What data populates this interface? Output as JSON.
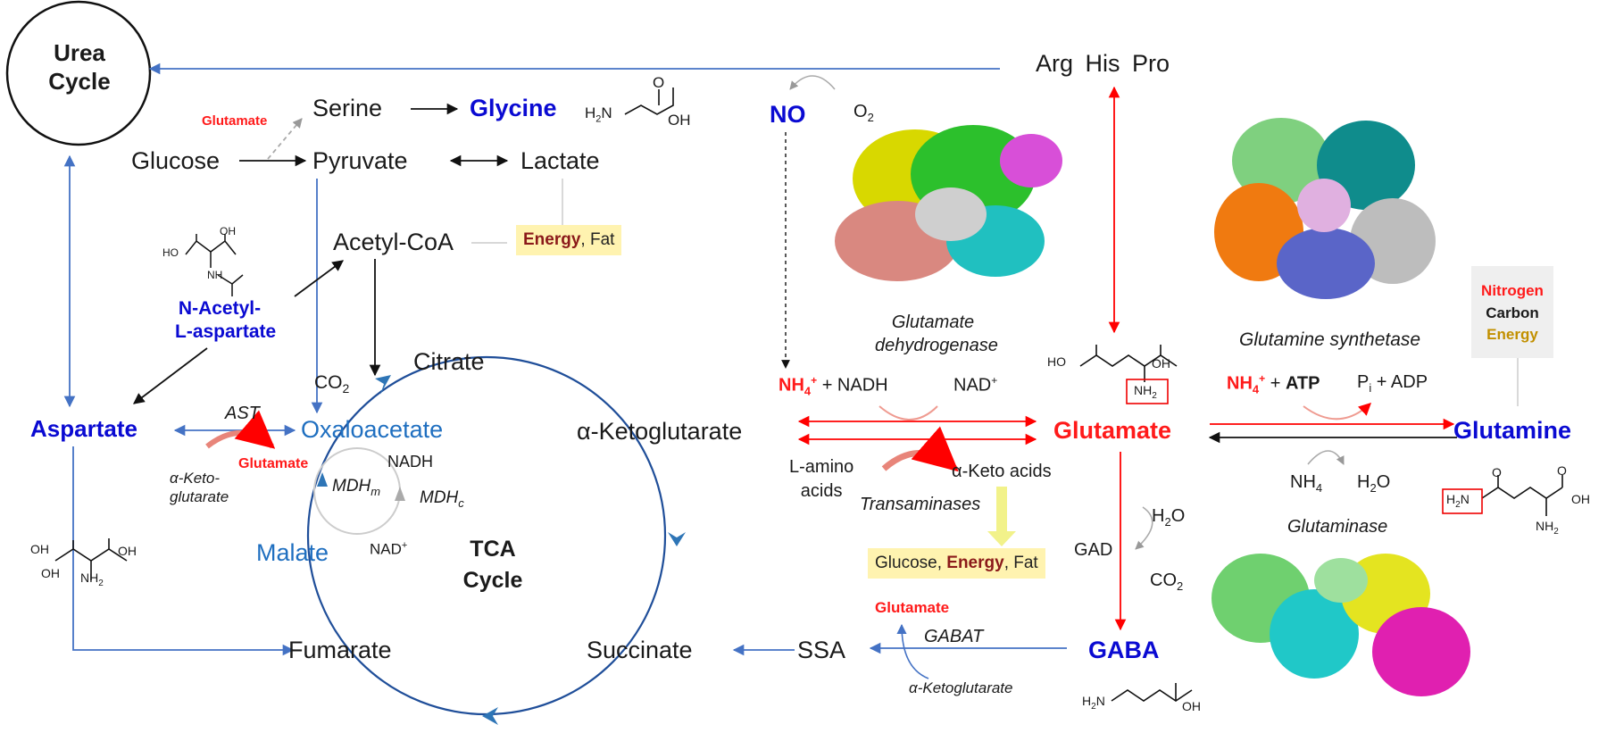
{
  "urea_cycle": {
    "line1": "Urea",
    "line2": "Cycle"
  },
  "amino_acids_top": "Arg  His  Pro",
  "no": "NO",
  "o2": "O",
  "o2_sub": "2",
  "glutamate_small": "Glutamate",
  "serine": "Serine",
  "glycine": "Glycine",
  "glucose": "Glucose",
  "pyruvate": "Pyruvate",
  "lactate": "Lactate",
  "acetyl_coa": "Acetyl-CoA",
  "energy_fat_1": {
    "energy": "Energy",
    "rest": ", Fat"
  },
  "naa": {
    "line1": "N-Acetyl-",
    "line2": "L-aspartate"
  },
  "citrate": "Citrate",
  "co2_left": "CO",
  "co2_left_sub": "2",
  "aspartate": "Aspartate",
  "ast": "AST",
  "oxaloacetate": "Oxaloacetate",
  "aketo_left": {
    "line1": "α-Keto-",
    "line2": "glutarate"
  },
  "glutamate_ast": "Glutamate",
  "nadh_tca": "NADH",
  "mdh_m": "MDH",
  "mdh_m_sub": "m",
  "mdh_c": "MDH",
  "mdh_c_sub": "c",
  "malate": "Malate",
  "nad_tca": "NAD",
  "nad_sup": "+",
  "tca": {
    "line1": "TCA",
    "line2": "Cycle"
  },
  "akg_main": "α-Ketoglutarate",
  "fumarate": "Fumarate",
  "succinate": "Succinate",
  "ssa": "SSA",
  "gabat": "GABAT",
  "glutamate_gabat": "Glutamate",
  "akg_gabat": "α-Ketoglutarate",
  "gaba": "GABA",
  "gdh_label": {
    "line1": "Glutamate",
    "line2": "dehydrogenase"
  },
  "nh4_left": "NH",
  "nh4_sub": "4",
  "nh4_sup": "+",
  "nadh_right": " + NADH",
  "nad_right": "NAD",
  "l_amino": {
    "line1": "L-amino",
    "line2": "acids"
  },
  "transaminases": "Transaminases",
  "aketo_acids": "α-Keto acids",
  "energy_fat_2": {
    "glucose": "Glucose, ",
    "energy": "Energy",
    "rest": ", Fat"
  },
  "glutamate_main": "Glutamate",
  "gad": "GAD",
  "h2o_gad": "H",
  "h2o_gad_tail": "O",
  "co2_gad": "CO",
  "glutamine_synthetase": "Glutamine synthetase",
  "nh4_atp": {
    "nh": "NH",
    "sub": "4",
    "sup": "+",
    "plus": " + ",
    "atp": "ATP"
  },
  "pi_adp": {
    "p": "P",
    "sub": "i",
    "rest": " + ADP"
  },
  "nce_box": {
    "nitrogen": "Nitrogen",
    "carbon": "Carbon",
    "energy": "Energy"
  },
  "glutamine": "Glutamine",
  "nh4_glutaminase": "NH",
  "nh4_glutaminase_sub": "4",
  "h2o_glutaminase": "H",
  "h2o_glutaminase_tail": "O",
  "glutaminase": "Glutaminase",
  "chem": {
    "glycine_h2n": "H",
    "oh": "OH",
    "ho": "HO",
    "nh": "NH",
    "nh2": "NH",
    "o": "O",
    "h2n_sq": "H",
    "sub2": "2",
    "n": "N"
  },
  "colors": {
    "blue_arrow": "#4472c4",
    "red_arrow": "#ff0000",
    "tca_circle": "#1f4e99",
    "energy_box": "#fff3b0",
    "blue_label": "#0a0ad2",
    "red_label": "#ff1a1a"
  }
}
